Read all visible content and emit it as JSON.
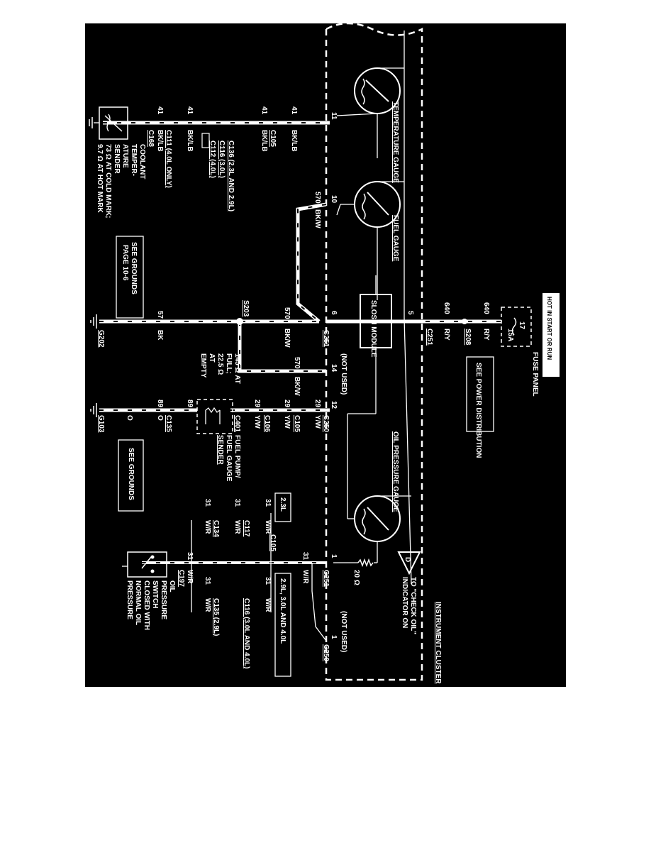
{
  "diagram": {
    "top_labels": {
      "hot_label": "HOT IN START OR RUN",
      "fuse_number": "17",
      "fuse_rating": "15A",
      "fuse_panel": "FUSE PANEL",
      "see_power": "SEE POWER DISTRIBUTION",
      "instrument_cluster": "INSTRUMENT CLUSTER"
    },
    "gauges": {
      "temperature": "TEMPERATURE GAUGE",
      "fuel": "FUEL GAUGE",
      "oil_pressure": "OIL PRESSURE GAUGE",
      "sloshm": "SLOSH MODULE",
      "check_oil_to": "TO \"CHECK OIL\"",
      "check_oil_ind": "INDICATOR ON",
      "check_oil_letter": "D",
      "resistor": "20 Ω"
    },
    "wires": {
      "w640_a": "640",
      "w640_b": "640",
      "ry_a": "R/Y",
      "ry_b": "R/Y",
      "s208": "S208",
      "c251_top": "C251",
      "pin5": "5",
      "pin6": "6",
      "pin10": "10",
      "pin11": "11",
      "pin12": "12",
      "pin14": "14",
      "pin1": "1",
      "pin_c250_1": "1",
      "not_used_a": "(NOT USED)",
      "not_used_b": "(NOT USED)",
      "w570_a": "570",
      "bkw_a": "BK/W",
      "w570_b": "570",
      "bkw_b": "BK/W",
      "w570_c": "570",
      "bkw_c": "BK/W",
      "c251_mid": "C251",
      "s203": "S203",
      "w57": "57",
      "bk": "BK",
      "g202": "G202",
      "w41_a": "41",
      "w41_b": "41",
      "w41_c": "41",
      "w41_d": "41",
      "bklb_a": "BK/LB",
      "bklb_b": "BK/LB",
      "bklb_c": "BK/LB",
      "bklb_d": "BK/LB",
      "c105_a": "C105",
      "c136_a": "C136 (2.3L AND 2.9L)",
      "c116_a": "C116 (3.0L)",
      "c112_a": "C112 (4.0L)",
      "c111_a": "C111 (4.0L ONLY)",
      "c168_a": "C168",
      "w29_a": "29",
      "w29_b": "29",
      "w29_c": "29",
      "yw_a": "Y/W",
      "yw_b": "Y/W",
      "yw_c": "Y/W",
      "c250_mid": "C250",
      "c105_b": "C105",
      "c106_a": "C106",
      "c401_a": "C401",
      "w89_a": "89",
      "w89_b": "89",
      "o_a": "O",
      "o_b": "O",
      "c135_a": "C135",
      "g103": "G103",
      "w31_a": "31",
      "w31_b": "31",
      "w31_c": "31",
      "w31_d": "31",
      "w31_e": "31",
      "w31_f": "31",
      "w31_g": "31",
      "wr_a": "W/R",
      "wr_b": "W/R",
      "wr_c": "W/R",
      "wr_d": "W/R",
      "wr_e": "W/R",
      "wr_f": "W/R",
      "wr_g": "W/R",
      "c117_a": "C117",
      "c134_a": "C134",
      "c105_c": "C105",
      "c197_a": "C197",
      "c116_b": "C116 (3.0L AND 4.0L)",
      "c135_b": "C135 (2.9L)",
      "c251_bot": "C251",
      "c250_bot": "C250"
    },
    "boxes": {
      "engine_23": "2.3L",
      "engine_29": "2.9L, 3.0L AND 4.0L",
      "see_grounds_a1": "SEE GROUNDS",
      "see_grounds_a2": "PAGE 10-6",
      "see_grounds_b": "SEE GROUNDS"
    },
    "components": {
      "coolant_1": "COOLANT",
      "coolant_2": "TEMPER-",
      "coolant_3": "ATURE",
      "coolant_4": "SENDER",
      "coolant_5": "73 Ω AT COLD MARK;",
      "coolant_6": "9.7 Ω AT HOT MARK",
      "fuel_sender_1": "FUEL PUMP/",
      "fuel_sender_2": "FUEL GAUGE",
      "fuel_sender_3": "SENDER",
      "fuel_spec_1": "145 Ω AT",
      "fuel_spec_2": "FULL;",
      "fuel_spec_3": "22.5 Ω",
      "fuel_spec_4": "AT",
      "fuel_spec_5": "EMPTY",
      "oil_switch_1": "OIL",
      "oil_switch_2": "PRESSURE",
      "oil_switch_3": "SWITCH",
      "oil_switch_4": "CLOSED WITH",
      "oil_switch_5": "NORMAL OIL",
      "oil_switch_6": "PRESSURE"
    }
  }
}
